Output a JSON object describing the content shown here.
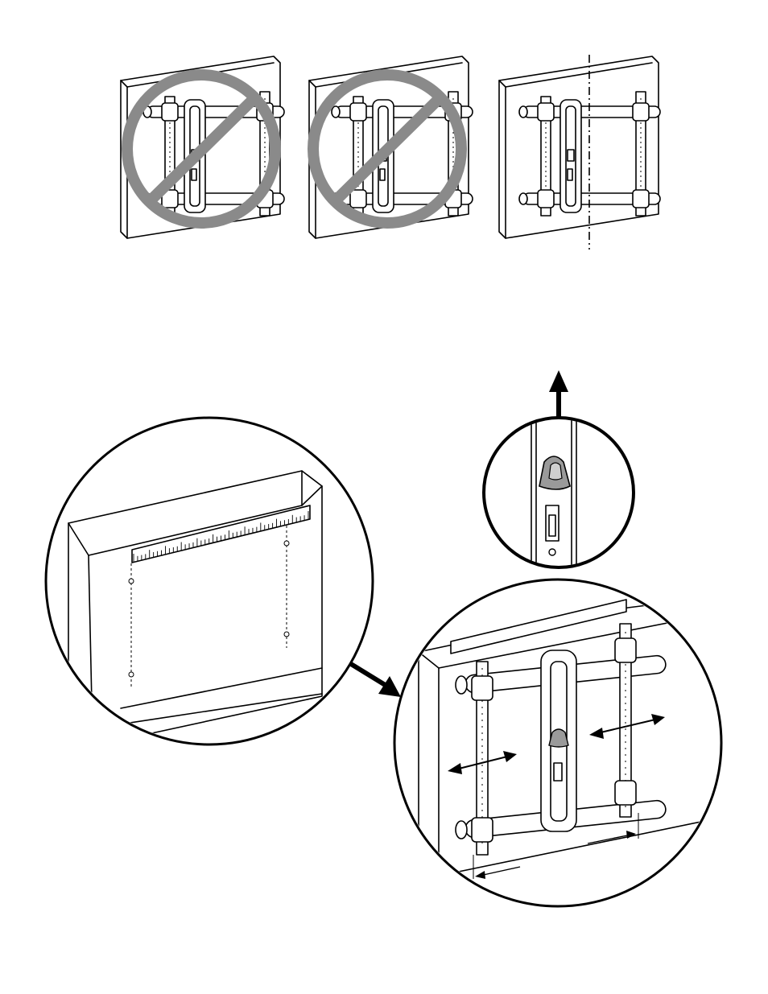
{
  "figure": {
    "panels": [
      {
        "id": "incorrect-offset-left",
        "status": "incorrect",
        "icon": "prohibited-icon"
      },
      {
        "id": "incorrect-offset-right",
        "status": "incorrect",
        "icon": "prohibited-icon"
      },
      {
        "id": "correct-centered",
        "status": "correct",
        "icon": "center-line"
      }
    ],
    "details": {
      "wall_marking": {
        "icon": "level-ruler-icon"
      },
      "keyhole_lift": {
        "icon": "up-arrow-icon"
      },
      "bracket_adjust": {
        "icons": [
          "double-arrow-icon",
          "double-arrow-icon",
          "dimension-arrow-icon",
          "dimension-arrow-icon"
        ]
      }
    },
    "colors": {
      "ink": "#000000",
      "prohibited": "#8a8a8a",
      "keyhole": "#9a9a9a",
      "paper": "#ffffff"
    }
  }
}
